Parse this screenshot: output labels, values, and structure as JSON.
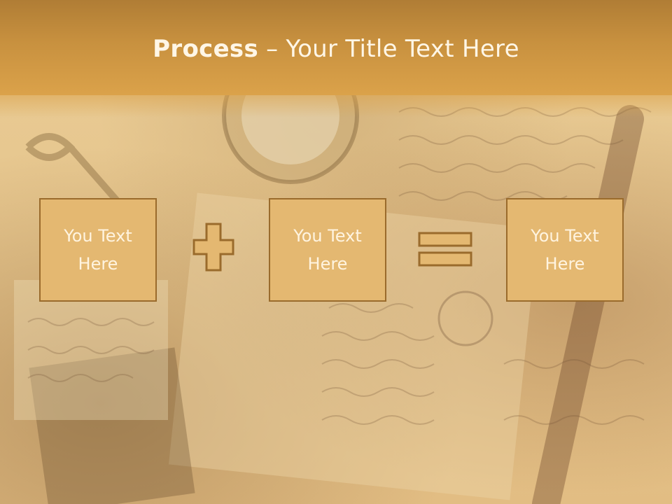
{
  "title": {
    "bold": "Process",
    "rest": " – Your Title Text Here"
  },
  "boxes": [
    {
      "text": "You Text Here"
    },
    {
      "text": "You Text Here"
    },
    {
      "text": "You Text Here"
    }
  ],
  "operators": {
    "first": "plus-icon",
    "second": "equals-icon"
  },
  "colors": {
    "title_bar": "#d49a45",
    "box_fill": "#e4b871",
    "box_border": "#9a6b2c",
    "box_text": "#fff4e0"
  }
}
